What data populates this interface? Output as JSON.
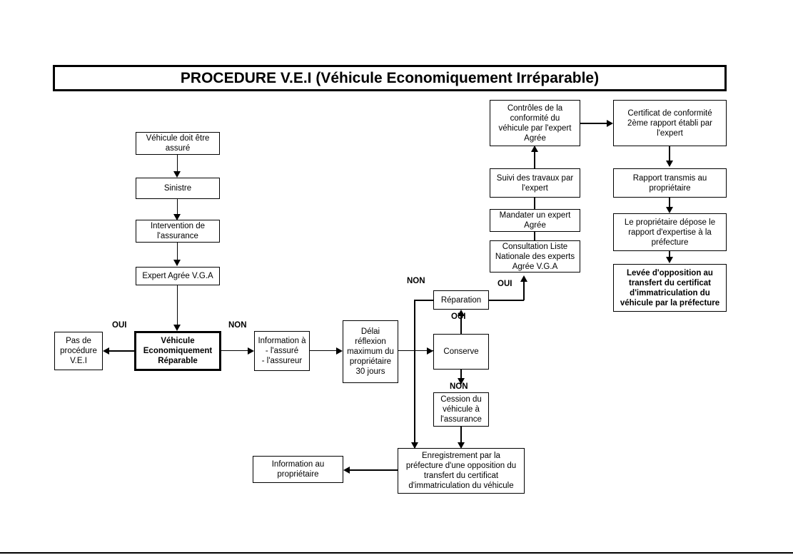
{
  "document": {
    "title": "PROCEDURE V.E.I (Véhicule Economiquement Irréparable)",
    "type": "flowchart",
    "language": "fr",
    "colors": {
      "background": "#ffffff",
      "stroke": "#000000",
      "text": "#000000"
    }
  },
  "nodes": {
    "vehicule_assure": {
      "label": "Véhicule doit être\nassuré"
    },
    "sinistre": {
      "label": "Sinistre"
    },
    "intervention": {
      "label": "Intervention de\nl'assurance"
    },
    "expert_vga": {
      "label": "Expert Agrée V.G.A"
    },
    "vei_decision": {
      "label": "Véhicule\nEconomiquement\nRéparable"
    },
    "pas_de_procedure": {
      "label": "Pas de\nprocédure\nV.E.I"
    },
    "information_a": {
      "label": "Information à\n- l'assuré\n- l'assureur"
    },
    "delai_reflexion": {
      "label": "Délai\nréflexion\nmaximum du\npropriétaire\n30 jours"
    },
    "reparation": {
      "label": "Réparation"
    },
    "conserve": {
      "label": "Conserve"
    },
    "cession": {
      "label": "Cession du\nvéhicule à\nl'assurance"
    },
    "enregistrement": {
      "label": "Enregistrement par la\npréfecture d'une opposition du\ntransfert du certificat\nd'immatriculation du véhicule"
    },
    "information_proprio": {
      "label": "Information au\npropriétaire"
    },
    "consultation_liste": {
      "label": "Consultation Liste\nNationale des experts\nAgrée V.G.A"
    },
    "mandater_expert": {
      "label": "Mandater un expert\nAgrée"
    },
    "suivi_travaux": {
      "label": "Suivi des travaux par\nl'expert"
    },
    "controles_conformite": {
      "label": "Contrôles de la\nconformité du\nvéhicule par l'expert\nAgrée"
    },
    "certificat_conformite": {
      "label": "Certificat de conformité\n2ème rapport établi par\nl'expert"
    },
    "rapport_transmis": {
      "label": "Rapport transmis au\npropriétaire"
    },
    "depot_prefecture": {
      "label": "Le propriétaire dépose le\nrapport d'expertise à la\npréfecture"
    },
    "levee_opposition": {
      "label": "Levée d'opposition au\ntransfert du certificat\nd'immatriculation du\nvéhicule par la préfecture"
    }
  },
  "branch_labels": {
    "vei_oui": "OUI",
    "vei_non": "NON",
    "delai_non": "NON",
    "conserve_oui": "OUI",
    "conserve_non": "NON",
    "reparation_oui": "OUI"
  }
}
